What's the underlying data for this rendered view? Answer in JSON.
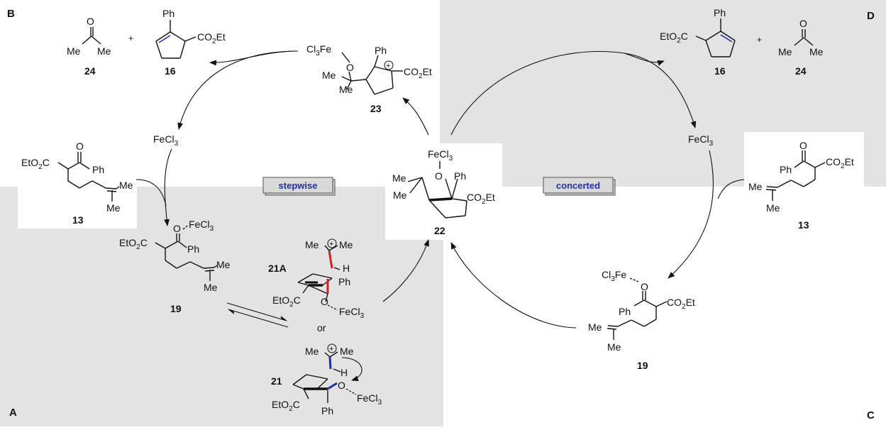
{
  "panels": {
    "A": "A",
    "B": "B",
    "C": "C",
    "D": "D"
  },
  "pathways": {
    "stepwise": "stepwise",
    "concerted": "concerted"
  },
  "compound_numbers": {
    "c24": "24",
    "c16": "16",
    "c23": "23",
    "c13": "13",
    "c19": "19",
    "c22": "22",
    "c21A": "21A",
    "c21": "21"
  },
  "reagent": "FeCl3",
  "or_text": "or",
  "plus_text": "+",
  "colors": {
    "panel_gray": "#e3e3e3",
    "accent_blue": "#1f2fa8",
    "bond_red": "#d42020",
    "bond_blue": "#1f2fa8"
  }
}
